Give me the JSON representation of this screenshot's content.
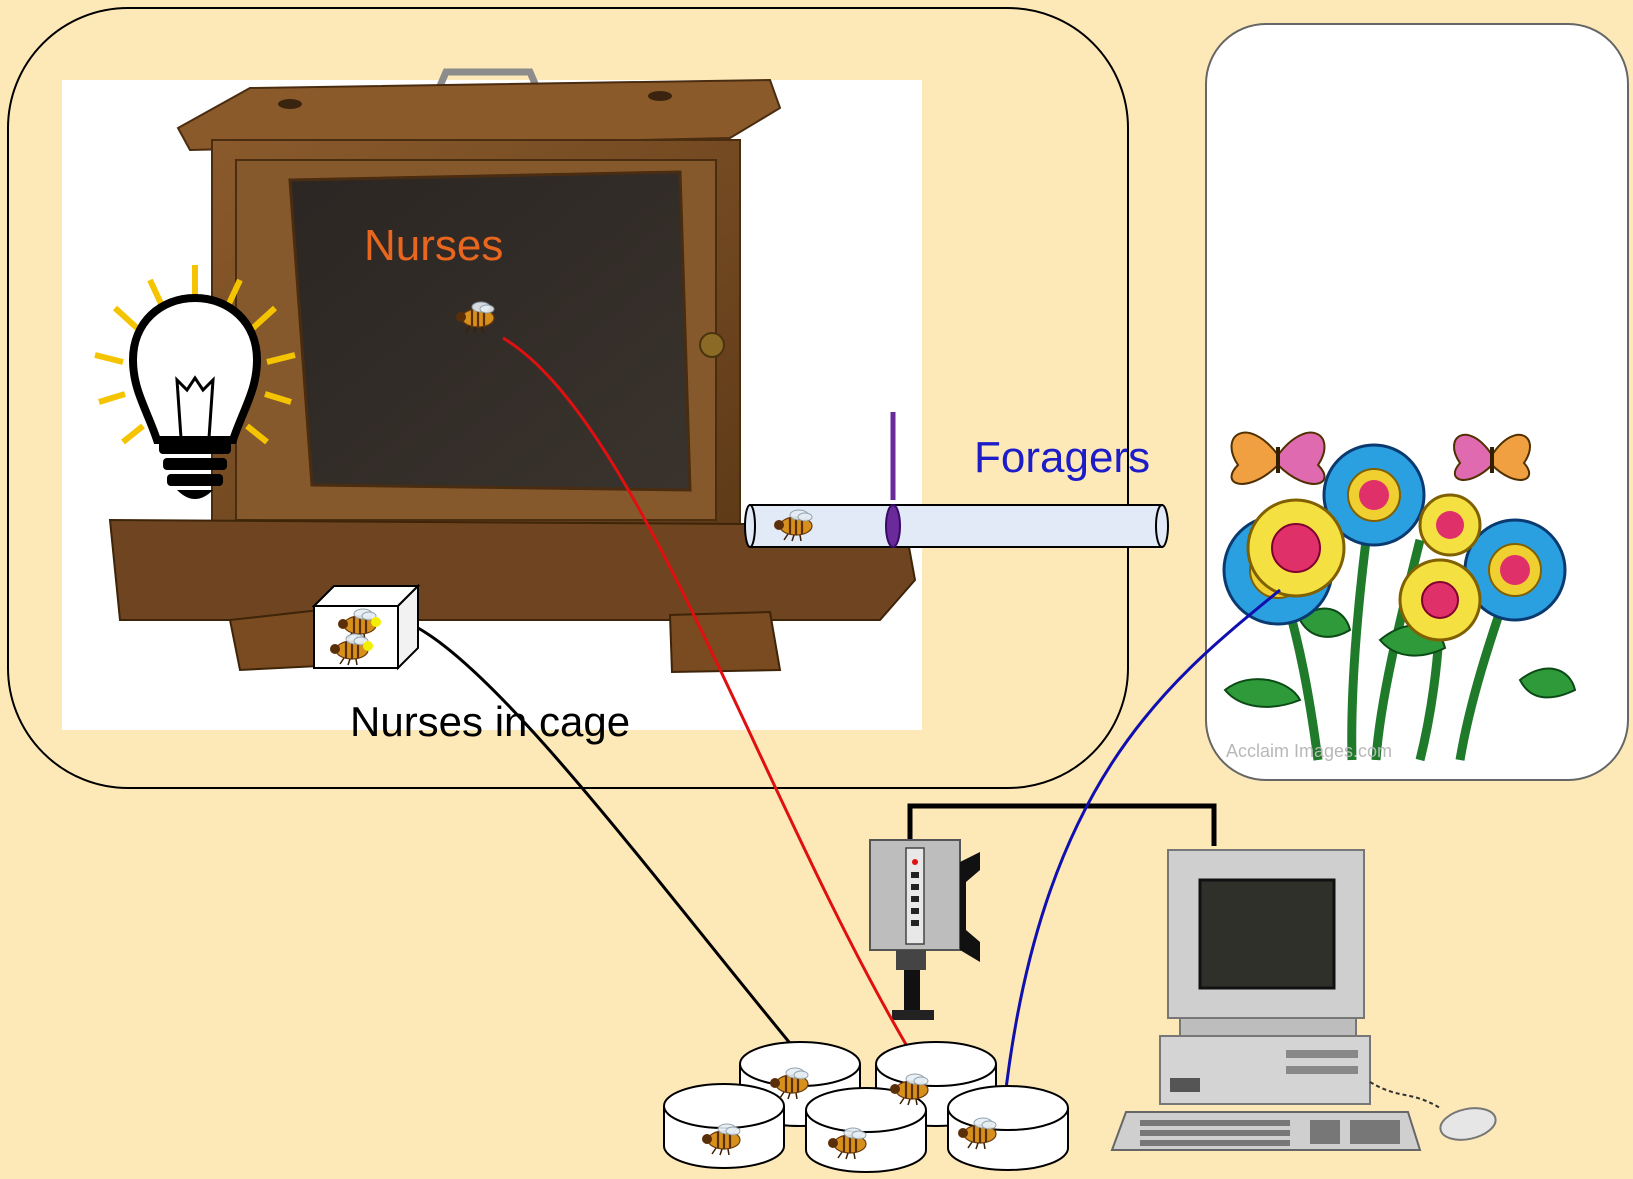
{
  "labels": {
    "nurses": "Nurses",
    "foragers": "Foragers",
    "nurses_in_cage": "Nurses in cage",
    "watermark": "Acclaim Images.com"
  },
  "colors": {
    "background": "#fde9b8",
    "nurses_label": "#e8661e",
    "foragers_label": "#1c1cc8",
    "nurses_line": "#e01010",
    "foragers_line": "#1010b0",
    "cage_line": "#000000",
    "tube_marker": "#6a2a9a",
    "cabinet_wood": "#7a4f26"
  },
  "icons": [
    "lightbulb-icon",
    "bee-icon",
    "butterfly-icon",
    "flower-icon",
    "video-camera-icon",
    "computer-icon",
    "mouse-icon",
    "petri-dish-icon"
  ]
}
